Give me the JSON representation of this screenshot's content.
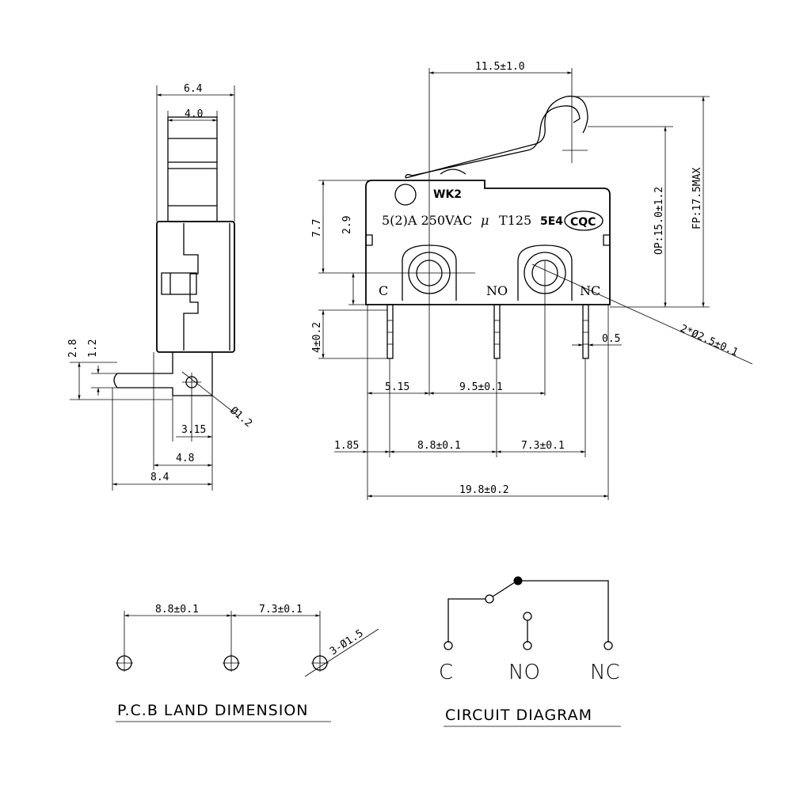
{
  "side_view": {
    "dims": {
      "width_6_4": "6.4",
      "width_4_0": "4.0",
      "h_2_8": "2.8",
      "h_1_2": "1.2",
      "dia_1_2": "Ø1.2",
      "d_3_15": "3.15",
      "d_4_8": "4.8",
      "d_8_4": "8.4"
    }
  },
  "front_view": {
    "body_marking": {
      "model": "WK2",
      "rating": "5(2)A  250VAC",
      "micro_symbol": "μ",
      "temp": "T125",
      "endurance": "5E4",
      "cert_logo": "CQC"
    },
    "terminals": {
      "common": "C",
      "normally_open": "NO",
      "normally_closed": "NC"
    },
    "dims": {
      "lever_offset": "11.5±1.0",
      "h_7_7": "7.7",
      "h_2_9": "2.9",
      "op": "OP:15.0±1.2",
      "fp": "FP:17.5MAX",
      "pin_len": "4±0.2",
      "hole": "2*Ø2.5±0.1",
      "pin_w": "0.5",
      "d_5_15": "5.15",
      "d_9_5": "9.5±0.1",
      "d_1_85": "1.85",
      "d_8_8": "8.8±0.1",
      "d_7_3": "7.3±0.1",
      "d_19_8": "19.8±0.2"
    }
  },
  "pcb_land": {
    "title": "P.C.B LAND DIMENSION",
    "dims": {
      "d_8_8": "8.8±0.1",
      "d_7_3": "7.3±0.1",
      "holes": "3-Ø1.5"
    }
  },
  "circuit": {
    "title": "CIRCUIT DIAGRAM",
    "labels": {
      "c": "C",
      "no": "NO",
      "nc": "NC"
    }
  }
}
